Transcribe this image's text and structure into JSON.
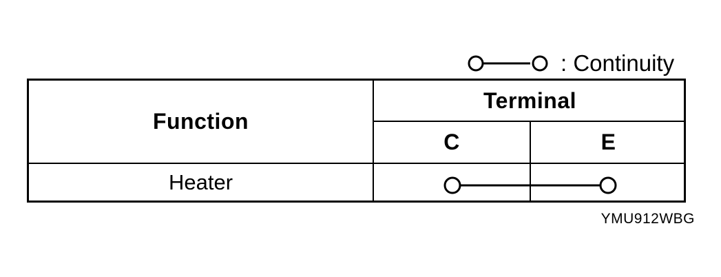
{
  "legend": {
    "icon": "continuity-symbol-icon",
    "text": ": Continuity"
  },
  "table": {
    "function_header": "Function",
    "terminal_header": "Terminal",
    "terminals": [
      "C",
      "E"
    ],
    "rows": [
      {
        "function": "Heater",
        "continuity": [
          "C",
          "E"
        ]
      }
    ]
  },
  "document_code": "YMU912WBG"
}
